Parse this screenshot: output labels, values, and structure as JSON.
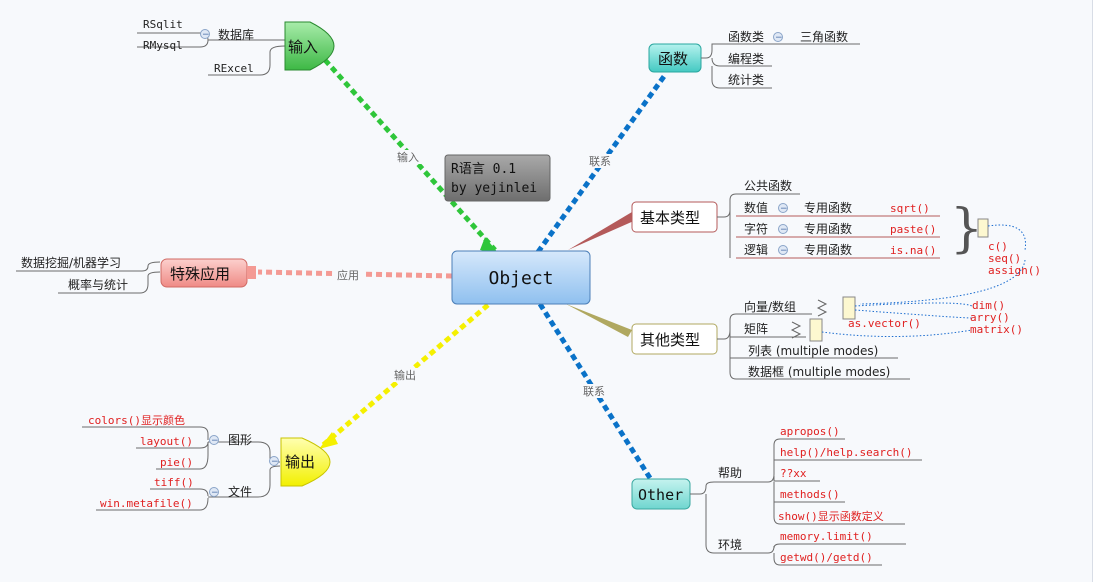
{
  "center": {
    "label": "Object"
  },
  "note": {
    "line1": "R语言 0.1",
    "line2": "by yejinlei"
  },
  "edge_labels": {
    "input": "输入",
    "functions": "联系",
    "special": "应用",
    "output": "输出",
    "other": "联系"
  },
  "input": {
    "label": "输入",
    "database": {
      "label": "数据库",
      "items": [
        "RSqlit",
        "RMysql"
      ]
    },
    "excel": "RExcel"
  },
  "functions": {
    "label": "函数",
    "items": [
      "函数类",
      "编程类",
      "统计类"
    ],
    "trig": "三角函数"
  },
  "basic_types": {
    "label": "基本类型",
    "common": "公共函数",
    "rows": [
      {
        "name": "数值",
        "special": "专用函数",
        "fn": "sqrt()"
      },
      {
        "name": "字符",
        "special": "专用函数",
        "fn": "paste()"
      },
      {
        "name": "逻辑",
        "special": "专用函数",
        "fn": "is.na()"
      }
    ],
    "brace_glyph": "}",
    "shared_fns": [
      "c()",
      "seq()",
      "assign()"
    ]
  },
  "other_types": {
    "label": "其他类型",
    "items": [
      "向量/数组",
      "矩阵",
      "列表 (multiple modes)",
      "数据框 (multiple modes)"
    ],
    "as_vector": "as.vector()",
    "dim_fns": [
      "dim()",
      "arry()",
      "matrix()"
    ]
  },
  "special": {
    "label": "特殊应用",
    "items": [
      "数据挖掘/机器学习",
      "概率与统计"
    ]
  },
  "output": {
    "label": "输出",
    "graphics": {
      "label": "图形",
      "items": [
        "colors()显示颜色",
        "layout()",
        "pie()"
      ]
    },
    "file": {
      "label": "文件",
      "items": [
        "tiff()",
        "win.metafile()"
      ]
    }
  },
  "other": {
    "label": "Other",
    "help": {
      "label": "帮助",
      "items": [
        "apropos()",
        "help()/help.search()",
        "??xx",
        "methods()",
        "show()显示函数定义"
      ]
    },
    "env": {
      "label": "环境",
      "items": [
        "memory.limit()",
        "getwd()/getd()"
      ]
    }
  },
  "collapse_glyph": "−",
  "colors": {
    "input": "#5fcf5f",
    "functions": "#5fd6d0",
    "basic": "#b45a5a",
    "other_types": "#b0a860",
    "special": "#f59a96",
    "output": "#ffff40",
    "other": "#7fdcd6",
    "center": "#a7cdf3"
  }
}
